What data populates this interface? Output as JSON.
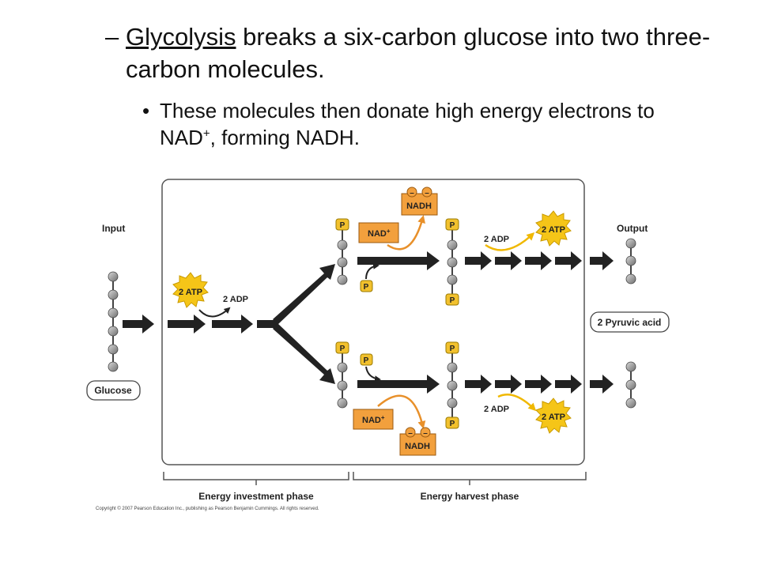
{
  "slide": {
    "bullet1": {
      "dash": "–",
      "term": "Glycolysis",
      "rest": " breaks a six-carbon glucose into two three-carbon molecules."
    },
    "bullet2": {
      "dot": "•",
      "pre": "These molecules then donate high energy electrons to NAD",
      "sup": "+",
      "post": ", forming NADH."
    }
  },
  "diagram": {
    "input_label": "Input",
    "output_label": "Output",
    "glucose_label": "Glucose",
    "pyruvic_label": "2 Pyruvic acid",
    "atp_in": "2 ATP",
    "adp_in": "2 ADP",
    "atp_out": "2 ATP",
    "adp_out": "2 ADP",
    "nadh": "NADH",
    "nad": "NAD",
    "nad_sup": "+",
    "phosphate": "P",
    "electron": "–",
    "investment_label": "Energy investment phase",
    "harvest_label": "Energy harvest phase",
    "copyright": "Copyright © 2007 Pearson Education Inc., publishing as Pearson Benjamin Cummings. All rights reserved."
  },
  "colors": {
    "atp_star": "#f5c518",
    "nad_box": "#f2a03d",
    "arrow_orange": "#e8902a",
    "phosphate": "#f2c12e",
    "carbon_atom": "#8c8c8c"
  }
}
